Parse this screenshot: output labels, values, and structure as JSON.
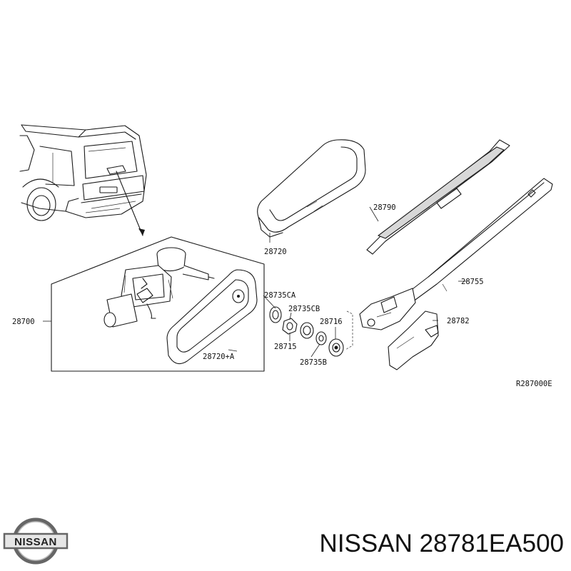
{
  "diagram": {
    "code": "R287000E",
    "parts": {
      "motor_assembly": "28700",
      "cover_upper": "28720",
      "cover_lower": "28720+A",
      "seal_ca": "28735CA",
      "seal_cb": "28735CB",
      "nut": "28715",
      "washer_b": "28735B",
      "cap": "28716",
      "blade": "28790",
      "arm": "28755",
      "arm_cover": "28782"
    }
  },
  "brand": {
    "logo_text": "NISSAN"
  },
  "caption": {
    "text": "NISSAN 28781EA500"
  }
}
